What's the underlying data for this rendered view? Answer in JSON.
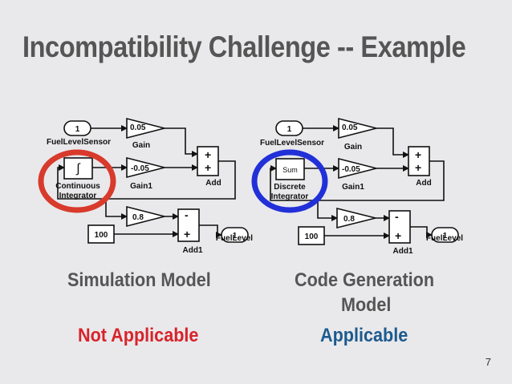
{
  "slide": {
    "title": "Incompatibility Challenge -- Example",
    "page_number": "7"
  },
  "left": {
    "caption": "Simulation Model",
    "status": "Not Applicable",
    "status_color": "#d8232a",
    "highlight_color": "#d83a2c",
    "inport_num": "1",
    "inport_label": "FuelLevelSensor",
    "gain_value": "0.05",
    "gain_label": "Gain",
    "gain1_value": "-0.05",
    "gain1_label": "Gain1",
    "integrator_symbol": "∫",
    "integrator_label_1": "Continuous",
    "integrator_label_2": "Integrator",
    "add_label": "Add",
    "add_sign_1": "+",
    "add_sign_2": "+",
    "gain2_value": "0.8",
    "const_value": "100",
    "add1_label": "Add1",
    "add1_sign_1": "-",
    "add1_sign_2": "+",
    "outport_num": "1",
    "outport_label": "FuelLevel"
  },
  "right": {
    "caption_line1": "Code Generation",
    "caption_line2": "Model",
    "status": "Applicable",
    "status_color": "#1d5a8e",
    "highlight_color": "#2230d8",
    "inport_num": "1",
    "inport_label": "FuelLevelSensor",
    "gain_value": "0.05",
    "gain_label": "Gain",
    "gain1_value": "-0.05",
    "gain1_label": "Gain1",
    "integrator_symbol": "Sum",
    "integrator_label_1": "Discrete",
    "integrator_label_2": "Integrator",
    "add_label": "Add",
    "add_sign_1": "+",
    "add_sign_2": "+",
    "gain2_value": "0.8",
    "const_value": "100",
    "add1_label": "Add1",
    "add1_sign_1": "-",
    "add1_sign_2": "+",
    "outport_num": "1",
    "outport_label": "FuelLevel"
  }
}
